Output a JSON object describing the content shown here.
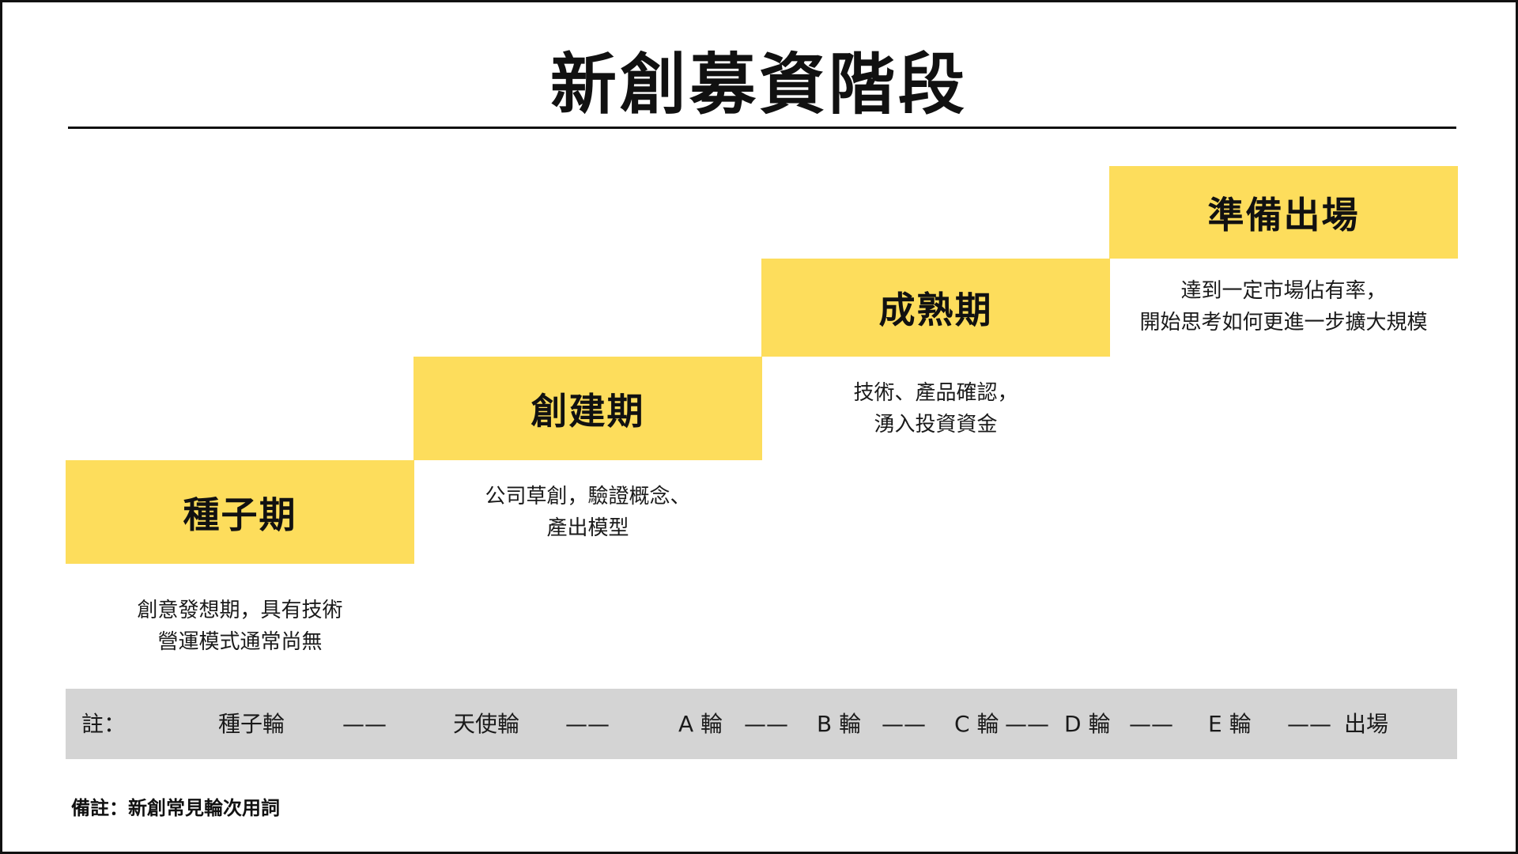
{
  "title": "新創募資階段",
  "colors": {
    "stage_fill": "#FDDD5C",
    "note_bar_fill": "#D4D4D4",
    "border": "#111111"
  },
  "stages": [
    {
      "label": "種子期",
      "desc_lines": [
        "創意發想期，具有技術",
        "營運模式通常尚無"
      ]
    },
    {
      "label": "創建期",
      "desc_lines": [
        "公司草創，驗證概念、",
        "產出模型"
      ]
    },
    {
      "label": "成熟期",
      "desc_lines": [
        "技術、產品確認，",
        "湧入投資資金"
      ]
    },
    {
      "label": "準備出場",
      "desc_lines": [
        "達到一定市場佔有率，",
        "開始思考如何更進一步擴大規模"
      ]
    }
  ],
  "note_bar": {
    "items": [
      "註：",
      "種子輪",
      "——",
      "天使輪",
      "——",
      "A 輪",
      "——",
      "B 輪",
      "——",
      "C 輪",
      "——",
      "D 輪",
      "——",
      "E 輪",
      "——",
      "出場"
    ]
  },
  "footnote": "備註：新創常見輪次用詞"
}
